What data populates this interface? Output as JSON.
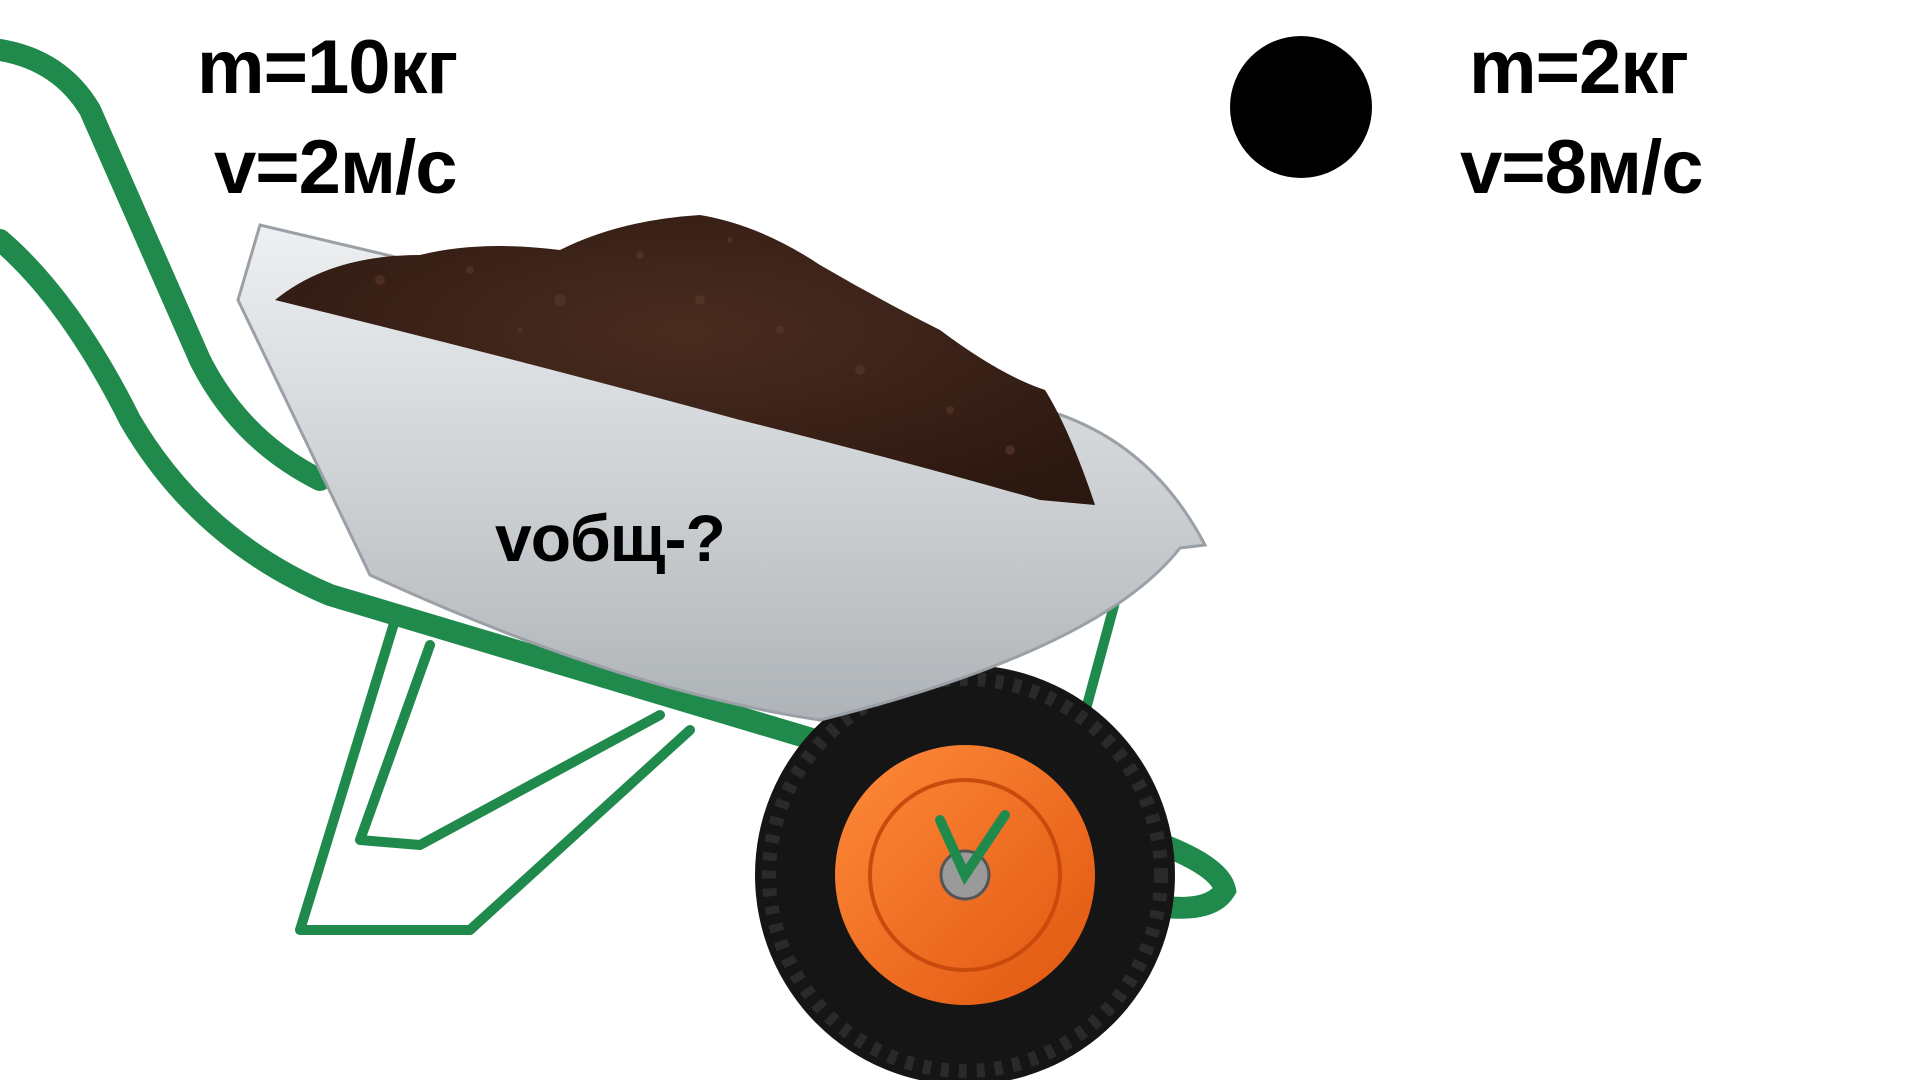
{
  "cart": {
    "mass_label": "m=10кг",
    "velocity_label": "v=2м/с"
  },
  "ball": {
    "mass_label": "m=2кг",
    "velocity_label": "v=8м/с",
    "color": "#000000"
  },
  "question_label": "vобщ-?",
  "colors": {
    "frame_green": "#1f8a4c",
    "tray_silver": "#cfd3d6",
    "soil_brown": "#3b2218",
    "rim_orange": "#f26a1b",
    "tire_black": "#151515"
  }
}
